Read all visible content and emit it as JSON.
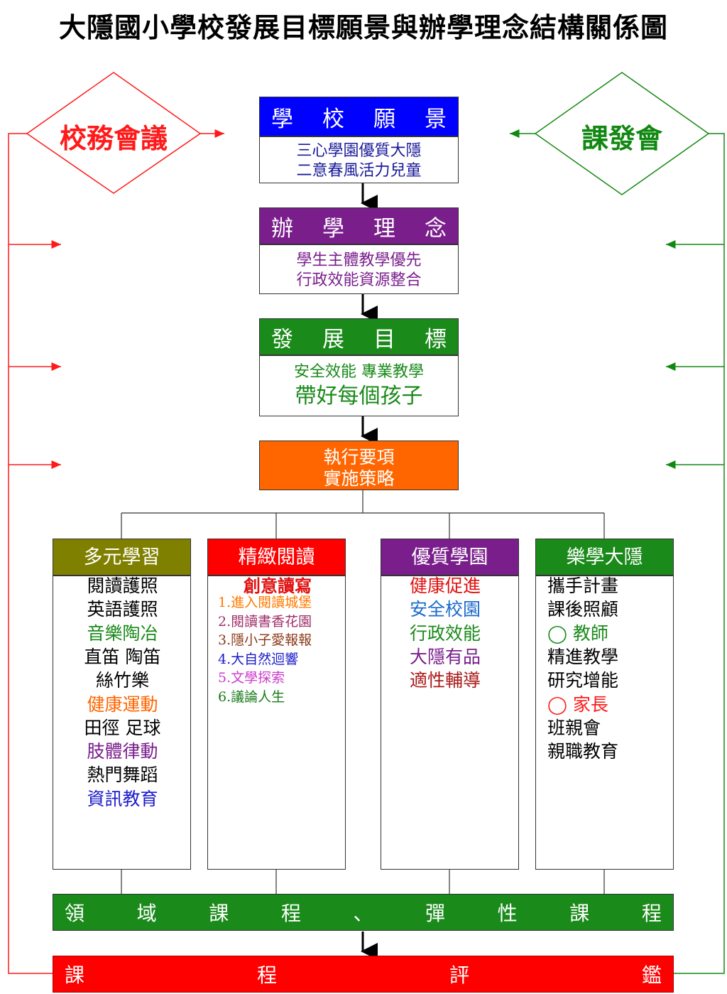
{
  "title": "大隱國小學校發展目標願景與辦學理念結構關係圖",
  "left_diamond": {
    "label": "校務會議",
    "color": "#ff1a1a"
  },
  "right_diamond": {
    "label": "課發會",
    "color": "#118811"
  },
  "vision": {
    "header_chars": [
      "學",
      "校",
      "願",
      "景"
    ],
    "header_color": "#0000ff",
    "lines": [
      "三心學園優質大隱",
      "二意春風活力兒童"
    ],
    "text_color": "#1a1a99"
  },
  "philosophy": {
    "header_chars": [
      "辦",
      "學",
      "理",
      "念"
    ],
    "header_color": "#7a1e8c",
    "lines": [
      "學生主體教學優先",
      "行政效能資源整合"
    ],
    "text_color": "#7a1e8c"
  },
  "goals": {
    "header_chars": [
      "發",
      "展",
      "目",
      "標"
    ],
    "header_color": "#1a8a1a",
    "lines": [
      "安全效能 專業教學",
      "帶好每個孩子"
    ],
    "text_color": "#1a8a1a"
  },
  "strategy": {
    "lines": [
      "執行要項",
      "實施策略"
    ],
    "color": "#ff6600"
  },
  "columns": [
    {
      "title": "多元學習",
      "header_color": "#808000",
      "items": [
        {
          "text": "閱讀護照",
          "color": "#000000"
        },
        {
          "text": "英語護照",
          "color": "#000000"
        },
        {
          "text": "音樂陶冶",
          "color": "#1a8a1a"
        },
        {
          "text": "直笛 陶笛",
          "color": "#000000"
        },
        {
          "text": "絲竹樂",
          "color": "#000000"
        },
        {
          "text": "健康運動",
          "color": "#ff6600"
        },
        {
          "text": "田徑 足球",
          "color": "#000000"
        },
        {
          "text": "肢體律動",
          "color": "#7a1e8c"
        },
        {
          "text": "熱門舞蹈",
          "color": "#000000"
        },
        {
          "text": "資訊教育",
          "color": "#1a1acc"
        }
      ]
    },
    {
      "title": "精緻閱讀",
      "header_color": "#ff0000",
      "items": [
        {
          "text": "創意讀寫",
          "color": "#e01010"
        },
        {
          "text": "1.進入閱讀城堡",
          "color": "#ff7a00"
        },
        {
          "text": "2.閱讀書香花園",
          "color": "#a0306a"
        },
        {
          "text": "3.隱小子愛報報",
          "color": "#8a3a1a"
        },
        {
          "text": "4.大自然迴響",
          "color": "#1a1acc"
        },
        {
          "text": "5.文學探索",
          "color": "#cc3ccc"
        },
        {
          "text": "6.議論人生",
          "color": "#1a7a1a"
        }
      ]
    },
    {
      "title": "優質學園",
      "header_color": "#7a1e8c",
      "items": [
        {
          "text": "健康促進",
          "color": "#e01010"
        },
        {
          "text": "安全校園",
          "color": "#1a6acc"
        },
        {
          "text": "行政效能",
          "color": "#1a8a1a"
        },
        {
          "text": "大隱有品",
          "color": "#7a1e8c"
        },
        {
          "text": "適性輔導",
          "color": "#aa1a1a"
        }
      ]
    },
    {
      "title": "樂學大隱",
      "header_color": "#1a8a1a",
      "items": [
        {
          "text": "攜手計畫",
          "color": "#000000"
        },
        {
          "text": "課後照顧",
          "color": "#000000"
        },
        {
          "text": "◯ 教師",
          "color": "#1a8a1a"
        },
        {
          "text": "精進教學",
          "color": "#000000"
        },
        {
          "text": "研究增能",
          "color": "#000000"
        },
        {
          "text": "◯ 家長",
          "color": "#ff1a1a"
        },
        {
          "text": "班親會",
          "color": "#000000"
        },
        {
          "text": "親職教育",
          "color": "#000000"
        }
      ]
    }
  ],
  "curriculum_bar": {
    "chars": [
      "領",
      "域",
      "課",
      "程",
      "、",
      "彈",
      "性",
      "課",
      "程"
    ],
    "color": "#1a8a1a"
  },
  "evaluation_bar": {
    "chars": [
      "課",
      "程",
      "評",
      "鑑"
    ],
    "color": "#ff0000"
  },
  "colors": {
    "left_arrow": "#ff1a1a",
    "right_arrow": "#118811",
    "connector": "#000000"
  }
}
